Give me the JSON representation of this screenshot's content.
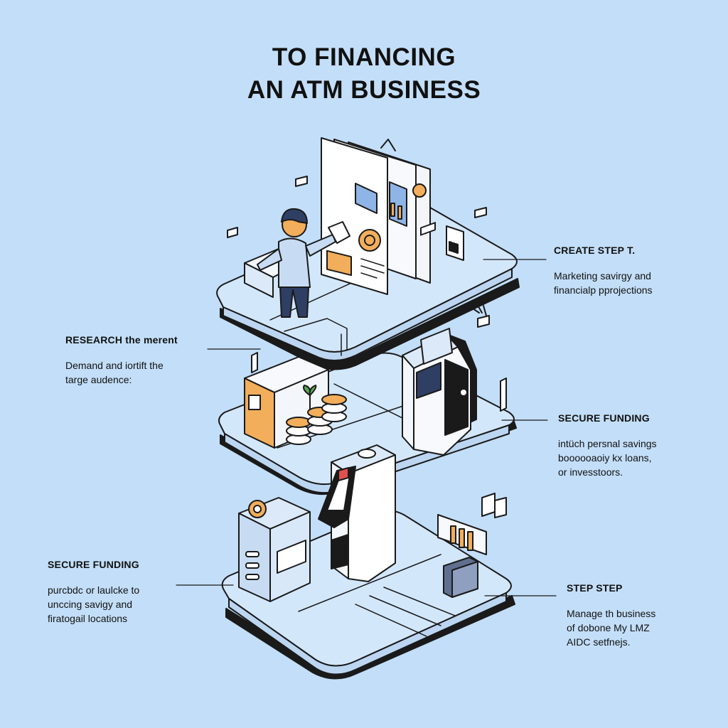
{
  "title": {
    "line1": "TO FINANCING",
    "line2": "AN ATM BUSINESS"
  },
  "callouts": {
    "create": {
      "heading": "CREATE STEP T.",
      "lines": [
        "Marketing savirgy and",
        "financialp pprojections"
      ]
    },
    "research": {
      "heading": "RESEARCH the merent",
      "lines": [
        "Demand and iortift the",
        "targe audence:"
      ]
    },
    "secure_right": {
      "heading": "SECURE FUNDING",
      "lines": [
        "intüch persnal savings",
        "boooooaoiy kx loans,",
        "or invesstoors."
      ]
    },
    "secure_left": {
      "heading": "SECURE FUNDING",
      "lines": [
        "purcbdc or laulcke to",
        "unccing savigy and",
        "firatogail locations"
      ]
    },
    "manage": {
      "heading": "STEP STEP",
      "lines": [
        "Manage th business",
        "of dobone My LMZ",
        "AIDC setfnejs."
      ]
    }
  },
  "colors": {
    "background": "#c3def8",
    "platform": "#d3e7fb",
    "platform_shadow": "#1a1a1a",
    "accent_orange": "#f2ae5a",
    "accent_blue": "#8fb4e6",
    "worker_navy": "#2f3f63"
  },
  "icons": [
    "worker-figure",
    "document-board",
    "atm-kiosk",
    "safe-box",
    "coin-stack",
    "plant-icon",
    "cash-terminal",
    "bar-chart-board",
    "building-blocks"
  ]
}
